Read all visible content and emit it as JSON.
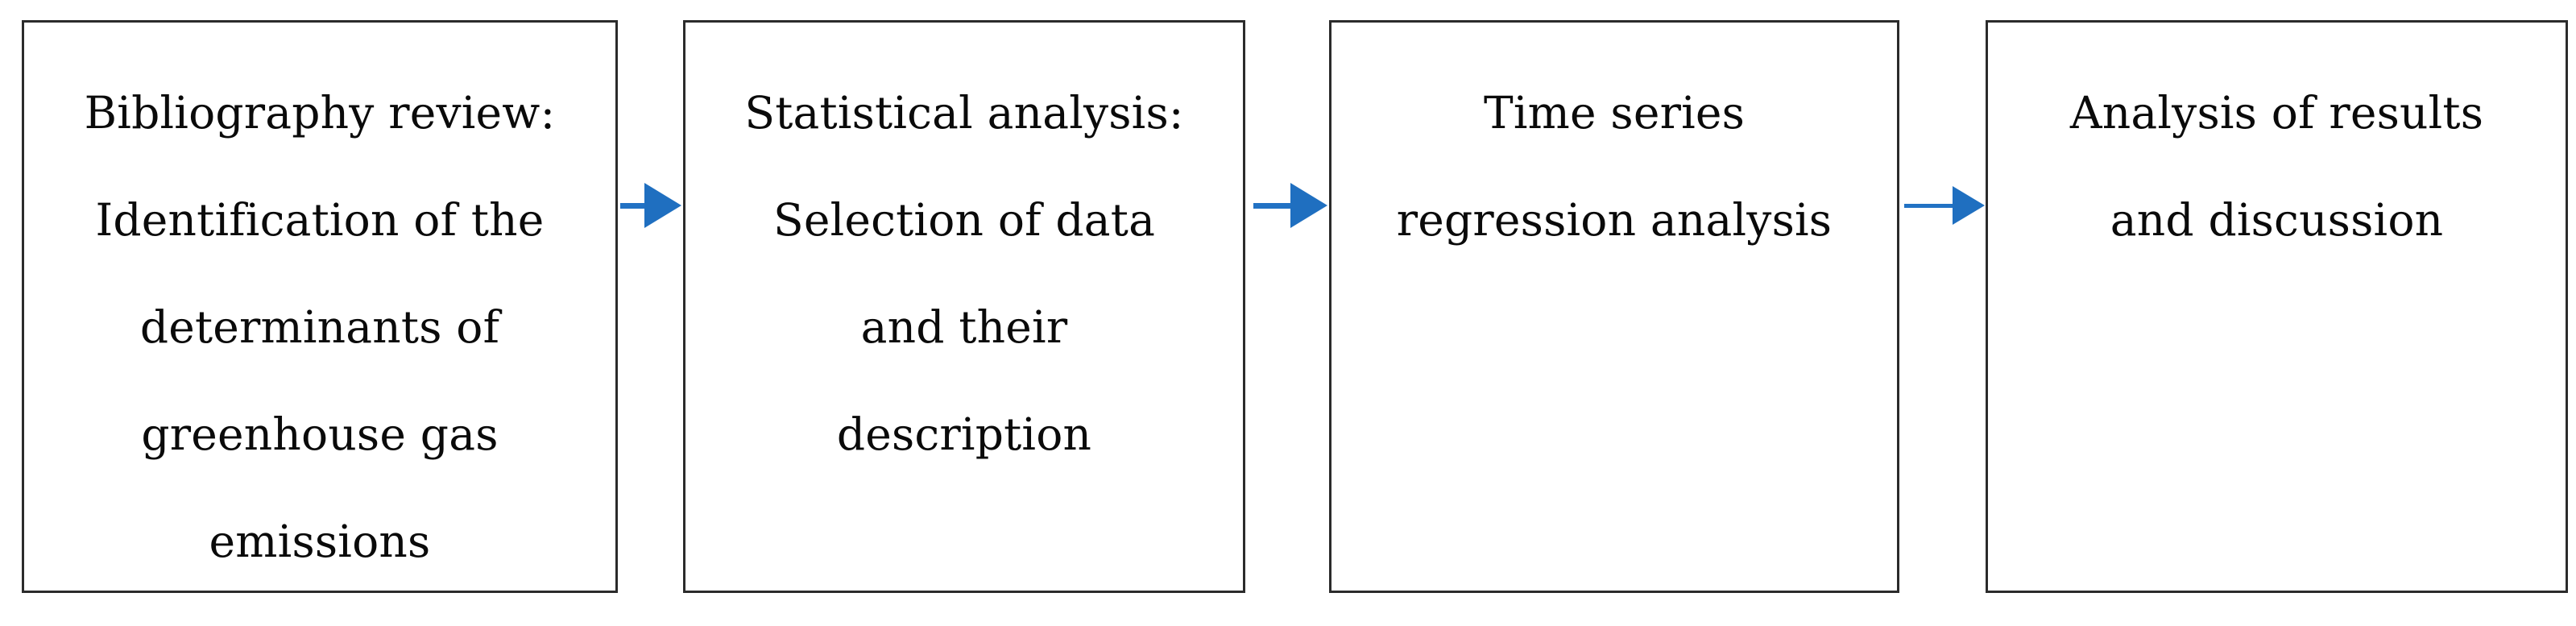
{
  "diagram": {
    "type": "flowchart",
    "orientation": "left-to-right",
    "background_color": "#ffffff",
    "box_border_color": "#2b2b2b",
    "arrow_color": "#1F6FC0",
    "text_color": "#0a0a0a",
    "steps": [
      {
        "id": "step-1",
        "name": "bibliography-review",
        "lines": [
          "Bibliography review:",
          "Identification of the",
          "determinants of",
          "greenhouse gas",
          "emissions"
        ]
      },
      {
        "id": "step-2",
        "name": "statistical-analysis",
        "lines": [
          "Statistical analysis:",
          "Selection of data",
          "and their",
          "description"
        ]
      },
      {
        "id": "step-3",
        "name": "time-series-regression",
        "lines": [
          "Time series",
          "regression analysis"
        ]
      },
      {
        "id": "step-4",
        "name": "analysis-of-results",
        "lines": [
          "Analysis of results",
          "and discussion"
        ]
      }
    ],
    "connectors": [
      {
        "id": "arrow-1",
        "from": "step-1",
        "to": "step-2",
        "glyph": "arrow-right-icon"
      },
      {
        "id": "arrow-2",
        "from": "step-2",
        "to": "step-3",
        "glyph": "arrow-right-icon"
      },
      {
        "id": "arrow-3",
        "from": "step-3",
        "to": "step-4",
        "glyph": "arrow-right-icon"
      }
    ]
  }
}
